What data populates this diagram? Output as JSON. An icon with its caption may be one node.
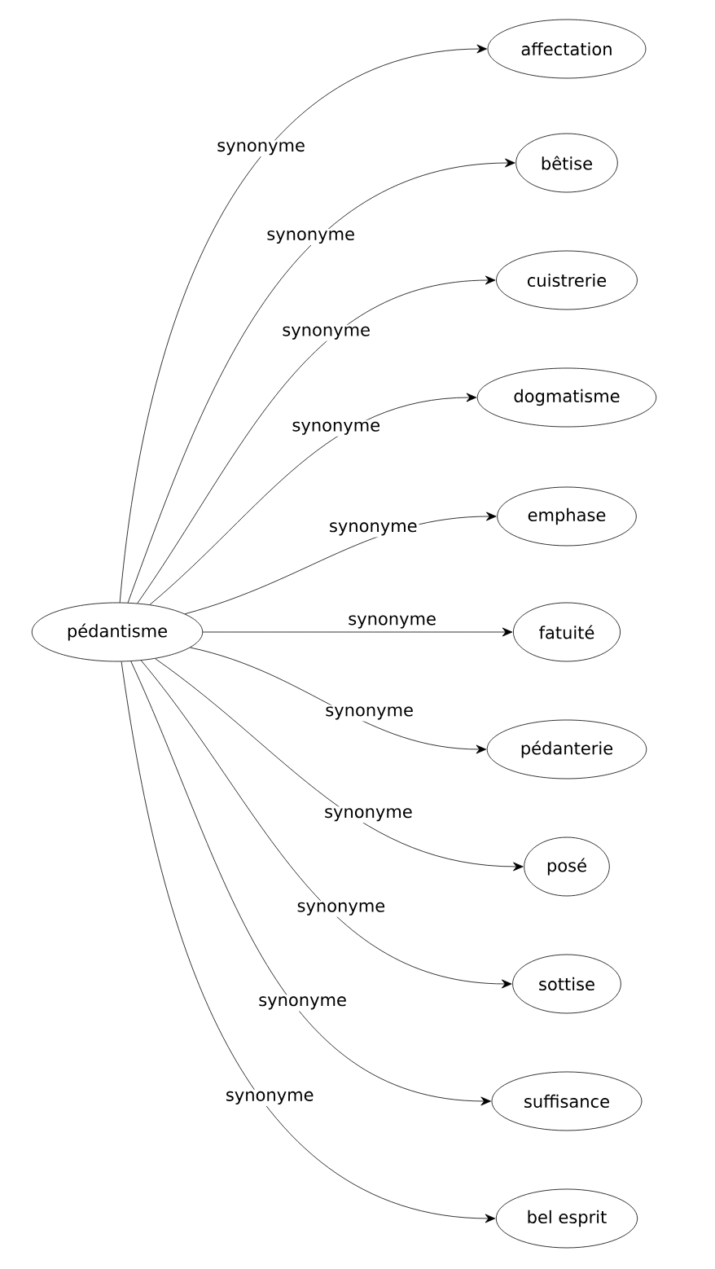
{
  "diagram": {
    "nodes": [
      {
        "text": [
          "pédantisme"
        ]
      },
      {
        "text": [
          "affectation"
        ]
      },
      {
        "text": [
          "bêtise"
        ]
      },
      {
        "text": [
          "cuistrerie"
        ]
      },
      {
        "text": [
          "dogmatisme"
        ]
      },
      {
        "text": [
          "emphase"
        ]
      },
      {
        "text": [
          "fatuité"
        ]
      },
      {
        "text": [
          "pédanterie"
        ]
      },
      {
        "text": [
          "posé"
        ]
      },
      {
        "text": [
          "sottise"
        ]
      },
      {
        "text": [
          "suffisance"
        ]
      },
      {
        "text": [
          "bel esprit"
        ]
      }
    ],
    "edges": [
      {
        "from": 0,
        "to": 1,
        "arrow": "to",
        "label": "synonyme"
      },
      {
        "from": 0,
        "to": 2,
        "arrow": "to",
        "label": "synonyme"
      },
      {
        "from": 0,
        "to": 3,
        "arrow": "to",
        "label": "synonyme"
      },
      {
        "from": 0,
        "to": 4,
        "arrow": "to",
        "label": "synonyme"
      },
      {
        "from": 0,
        "to": 5,
        "arrow": "to",
        "label": "synonyme"
      },
      {
        "from": 0,
        "to": 6,
        "arrow": "to",
        "label": "synonyme"
      },
      {
        "from": 0,
        "to": 7,
        "arrow": "to",
        "label": "synonyme"
      },
      {
        "from": 0,
        "to": 8,
        "arrow": "to",
        "label": "synonyme"
      },
      {
        "from": 0,
        "to": 9,
        "arrow": "to",
        "label": "synonyme"
      },
      {
        "from": 0,
        "to": 10,
        "arrow": "to",
        "label": "synonyme"
      },
      {
        "from": 0,
        "to": 11,
        "arrow": "to",
        "label": "synonyme"
      }
    ]
  }
}
